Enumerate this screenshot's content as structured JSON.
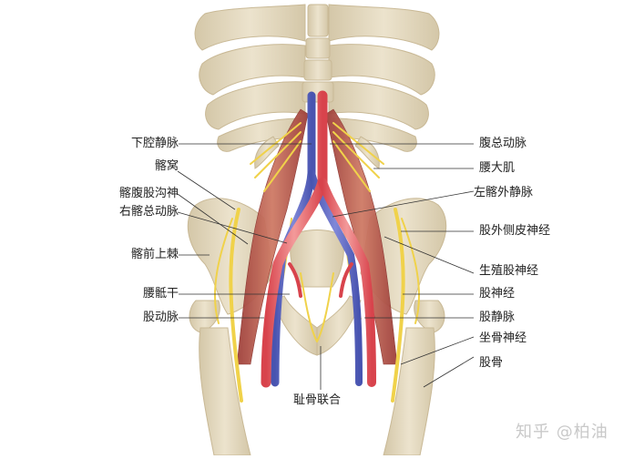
{
  "diagram": {
    "subject": "lumbar/pelvic region anterior view — vessels, nerves, psoas muscle",
    "colors": {
      "bone": "#e6dcc4",
      "bone_shadow": "#c9b996",
      "artery": "#e0575e",
      "artery_light": "#f2a0a0",
      "vein": "#5b67c4",
      "nerve": "#f2d64a",
      "muscle": "#b8554d",
      "leader_line": "#333333",
      "background": "#ffffff"
    },
    "labels_left": [
      {
        "id": "ivc",
        "text": "下腔静脉"
      },
      {
        "id": "iliac-fossa",
        "text": "髂窝"
      },
      {
        "id": "ilioinguinal-nerve",
        "text": "髂腹股沟神"
      },
      {
        "id": "right-common-iliac-artery",
        "text": "右髂总动脉"
      },
      {
        "id": "asis",
        "text": "髂前上棘"
      },
      {
        "id": "lumbosacral-trunk",
        "text": "腰骶干"
      },
      {
        "id": "femoral-artery",
        "text": "股动脉"
      }
    ],
    "labels_right": [
      {
        "id": "abdominal-aorta",
        "text": "腹总动脉"
      },
      {
        "id": "psoas-major",
        "text": "腰大肌"
      },
      {
        "id": "left-external-iliac-vein",
        "text": "左髂外静脉"
      },
      {
        "id": "lateral-femoral-cutaneous-nerve",
        "text": "股外侧皮神经"
      },
      {
        "id": "genitofemoral-nerve",
        "text": "生殖股神经"
      },
      {
        "id": "femoral-nerve",
        "text": "股神经"
      },
      {
        "id": "femoral-vein",
        "text": "股静脉"
      },
      {
        "id": "sciatic-nerve",
        "text": "坐骨神经"
      },
      {
        "id": "femur",
        "text": "股骨"
      }
    ],
    "label_bottom": {
      "id": "pubic-symphysis",
      "text": "耻骨联合"
    },
    "watermark": "知乎 @柏油"
  }
}
